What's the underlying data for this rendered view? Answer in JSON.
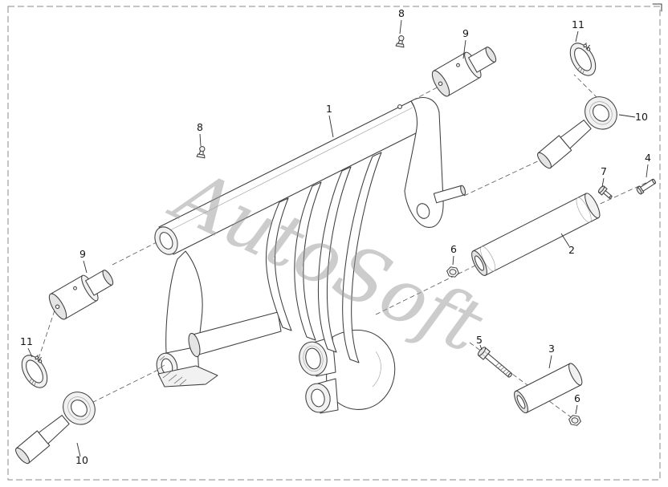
{
  "watermark": "AutoSoft",
  "callouts": {
    "part1": "1",
    "part2": "2",
    "part3": "3",
    "part4": "4",
    "part5": "5",
    "part6_upper": "6",
    "part6_lower": "6",
    "part7": "7",
    "part8_top": "8",
    "part8_frame": "8",
    "part9_top": "9",
    "part9_left": "9",
    "part10_right": "10",
    "part10_lower": "10",
    "part11_top": "11",
    "part11_left": "11"
  }
}
